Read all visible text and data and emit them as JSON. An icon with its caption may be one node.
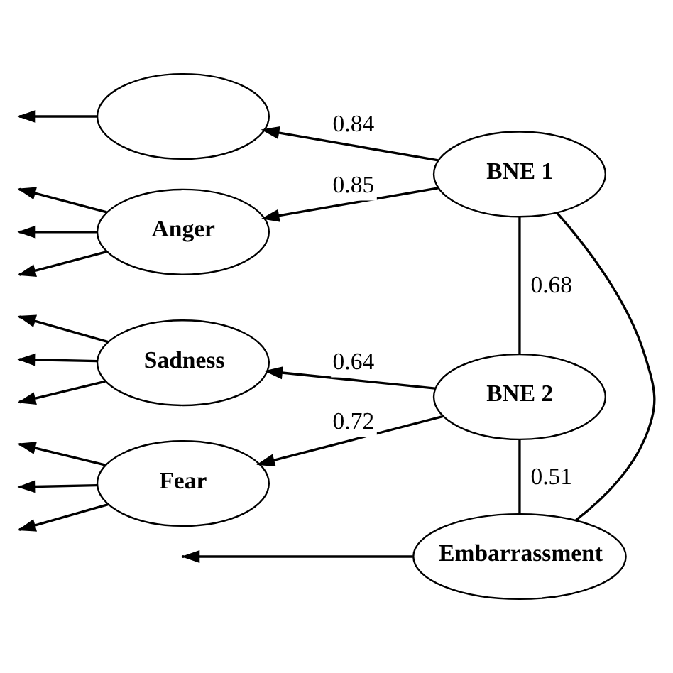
{
  "diagram": {
    "nodes": [
      {
        "text": [],
        "shape": "ellipse"
      },
      {
        "text": [
          "BNE 1"
        ]
      },
      {
        "text": [
          "Anger"
        ]
      },
      {
        "text": [
          "Sadness"
        ]
      },
      {
        "text": [
          "BNE 2"
        ]
      },
      {
        "text": [
          "Fear"
        ]
      },
      {
        "text": [
          "Embarrassment"
        ]
      }
    ],
    "edges": [
      {
        "from": 1,
        "to": 0,
        "arrow": "to",
        "label": "0.84"
      },
      {
        "from": 1,
        "to": 2,
        "arrow": "to",
        "label": "0.85"
      },
      {
        "from": 4,
        "to": 3,
        "arrow": "to",
        "label": "0.64"
      },
      {
        "from": 4,
        "to": 5,
        "arrow": "to",
        "label": "0.72"
      },
      {
        "from": 1,
        "to": 4,
        "arrow": "none",
        "label": "0.68"
      },
      {
        "from": 4,
        "to": 6,
        "arrow": "none",
        "label": "0.51"
      },
      {
        "from": 1,
        "to": 6,
        "arrow": "none"
      },
      {
        "from": 0,
        "to": null,
        "arrow": "to"
      },
      {
        "from": 2,
        "to": null,
        "arrow": "to"
      },
      {
        "from": 2,
        "to": null,
        "arrow": "to"
      },
      {
        "from": 2,
        "to": null,
        "arrow": "to"
      },
      {
        "from": 3,
        "to": null,
        "arrow": "to"
      },
      {
        "from": 3,
        "to": null,
        "arrow": "to"
      },
      {
        "from": 3,
        "to": null,
        "arrow": "to"
      },
      {
        "from": 5,
        "to": null,
        "arrow": "to"
      },
      {
        "from": 5,
        "to": null,
        "arrow": "to"
      },
      {
        "from": 5,
        "to": null,
        "arrow": "to"
      },
      {
        "from": 6,
        "to": null,
        "arrow": "to"
      }
    ]
  }
}
